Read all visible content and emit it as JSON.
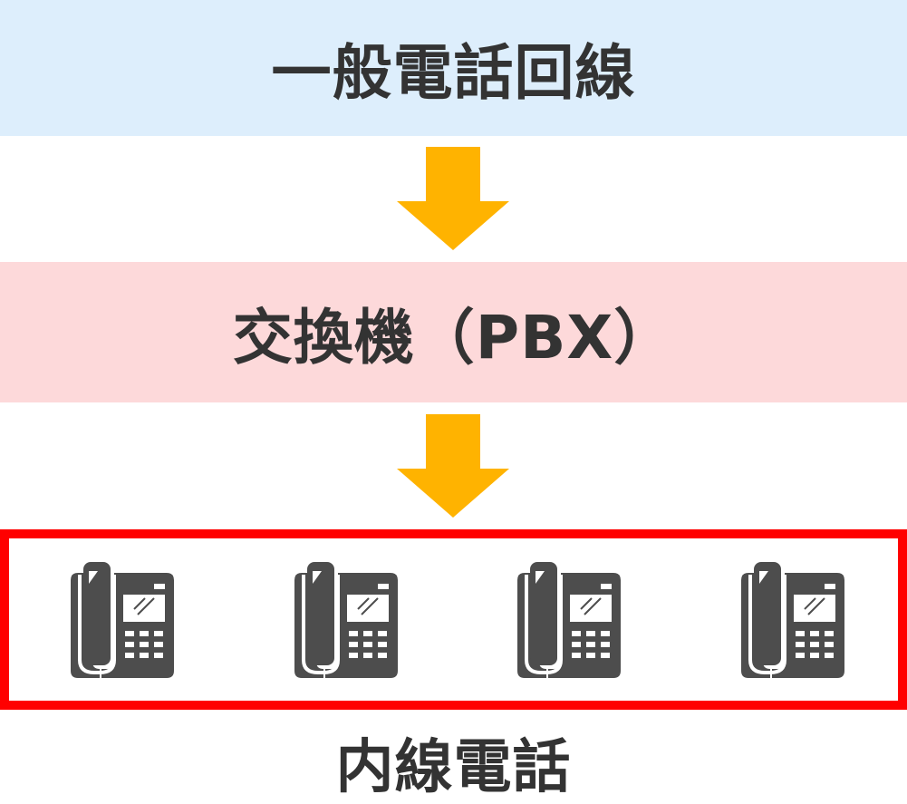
{
  "diagram": {
    "top_node": {
      "label": "一般電話回線",
      "background": "#ddeefc"
    },
    "middle_node": {
      "label": "交換機（PBX）",
      "background": "#fdd9da"
    },
    "arrows": [
      {
        "from": "一般電話回線",
        "to": "交換機（PBX）",
        "color": "#ffb300",
        "icon": "down-arrow-icon"
      },
      {
        "from": "交換機（PBX）",
        "to": "内線電話",
        "color": "#ffb300",
        "icon": "down-arrow-icon"
      }
    ],
    "phones": {
      "count": 4,
      "icon": "desk-phone-icon",
      "color": "#4d4d4d",
      "border_color": "#ff0000"
    },
    "bottom_label": "内線電話",
    "text_color": "#333333"
  }
}
